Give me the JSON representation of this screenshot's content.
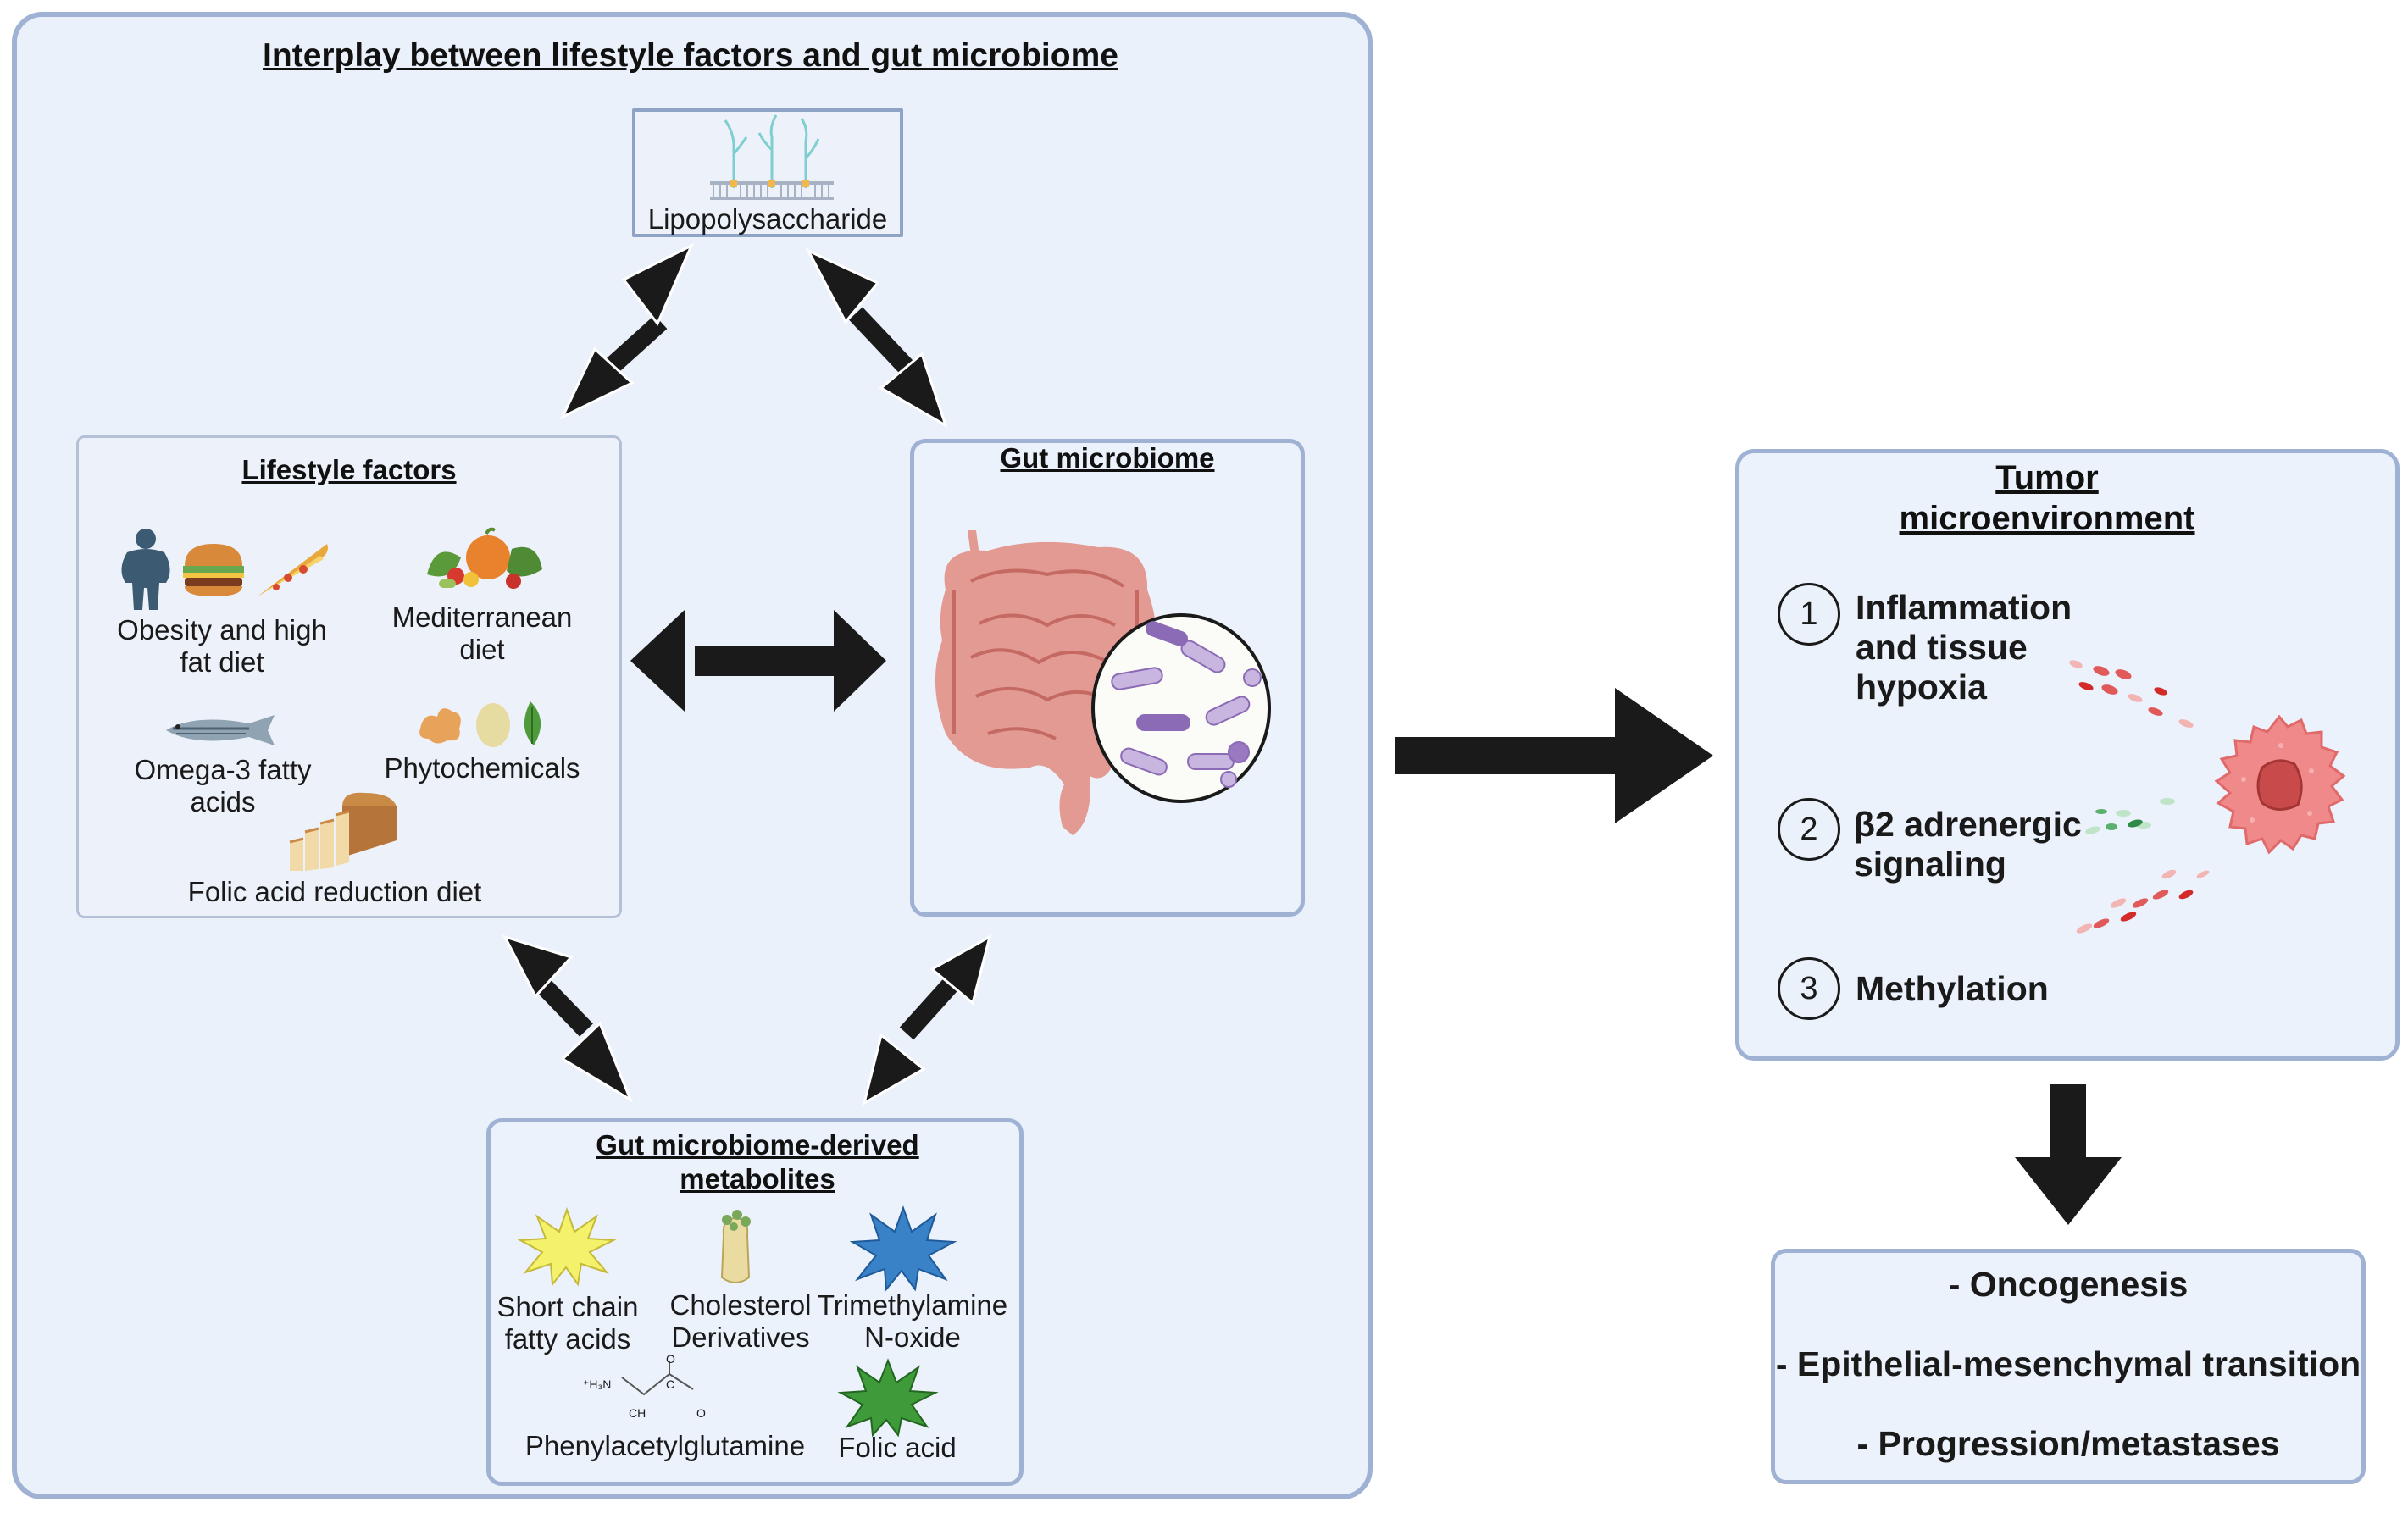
{
  "main_panel": {
    "title": "Interplay between lifestyle factors and gut microbiome"
  },
  "lps": {
    "label": "Lipopolysaccharide"
  },
  "lifestyle": {
    "title": "Lifestyle factors",
    "items": [
      {
        "label": "Obesity and high fat diet"
      },
      {
        "label": "Mediterranean diet"
      },
      {
        "label": "Omega-3 fatty acids"
      },
      {
        "label": "Phytochemicals"
      },
      {
        "label": "Folic acid reduction diet"
      }
    ]
  },
  "gut": {
    "title": "Gut microbiome"
  },
  "metabolites": {
    "title": "Gut microbiome-derived metabolites",
    "items": [
      {
        "label": "Short chain fatty acids"
      },
      {
        "label": "Cholesterol Derivatives"
      },
      {
        "label": "Trimethylamine N-oxide"
      },
      {
        "label": "Phenylacetylglutamine"
      },
      {
        "label": "Folic acid"
      }
    ],
    "chem": {
      "a": "⁺H₃N",
      "b": "CH",
      "c": "C",
      "d": "O",
      "e": "O"
    }
  },
  "tme": {
    "title": "Tumor microenvironment",
    "items": [
      {
        "num": "1",
        "label": "Inflammation and tissue hypoxia"
      },
      {
        "num": "2",
        "label": "β2 adrenergic signaling"
      },
      {
        "num": "3",
        "label": "Methylation"
      }
    ]
  },
  "outcomes": {
    "items": [
      "- Oncogenesis",
      "- Epithelial-mesenchymal transition",
      "- Progression/metastases"
    ]
  },
  "colors": {
    "panel_fill": "#ebf1fb",
    "panel_border": "#9fb2d4",
    "arrow": "#1a1a1a",
    "sunburst_yellow": "#f4f26a",
    "sunburst_blue": "#3a82c8",
    "sunburst_green": "#3f9a3a",
    "tumor_cell": "#f08a8a"
  }
}
